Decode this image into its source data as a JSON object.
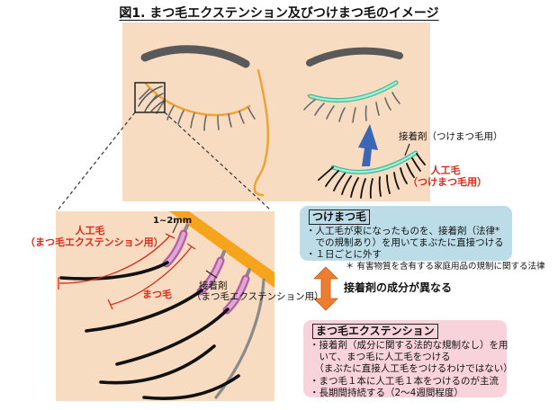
{
  "title": "図1. まつ毛エクステンション及びつけまつ毛のイメージ",
  "face_panel": {
    "glue_label": "接着剤（つけまつ毛用）",
    "artificial_label_line1": "人工毛",
    "artificial_label_line2": "（つけまつ毛用）"
  },
  "zoom_panel": {
    "gap_label": "1~2mm",
    "artificial_label_line1": "人工毛",
    "artificial_label_line2": "（まつ毛エクステンション用）",
    "natural_lash_label": "まつ毛",
    "glue_label_line1": "接着剤",
    "glue_label_line2": "（まつ毛エクステンション用）"
  },
  "false_eyelash_box": {
    "title": "つけまつ毛",
    "line1": "・人工毛が束になったものを、接着剤（法律*",
    "line2": "　での規制あり）を用いてまぶたに直接つける",
    "line3": "・１日ごとに外す"
  },
  "footnote": "＊ 有害物質を含有する家庭用品の規制に関する法律",
  "comparison": {
    "arrow_label": "接着剤の成分が異なる"
  },
  "extension_box": {
    "title": "まつ毛エクステンション",
    "line1": "・接着剤（成分に関する法的な規制なし）を用",
    "line2": "　いて、まつ毛に人工毛をつける",
    "line3": "　（まぶたに直接人工毛をつけるわけではない）",
    "line4": "・まつ毛１本に人工毛１本をつけるのが主流",
    "line5": "・長期間持続する（2～4週間程度）"
  },
  "colors": {
    "skin": "#f8dcc2",
    "orange_line": "#eda337",
    "orange_band": "#f5a41c",
    "teal_band": "#45bf9c",
    "blue_arrow": "#3a66b5",
    "red_accent": "#d92b1b",
    "purple_glue": "#b060a4",
    "box_blue": "#bcdde8",
    "box_pink": "#f9d3db",
    "compare_arrow_orange": "#ed7d31",
    "eyebrow_gray": "#595959"
  }
}
